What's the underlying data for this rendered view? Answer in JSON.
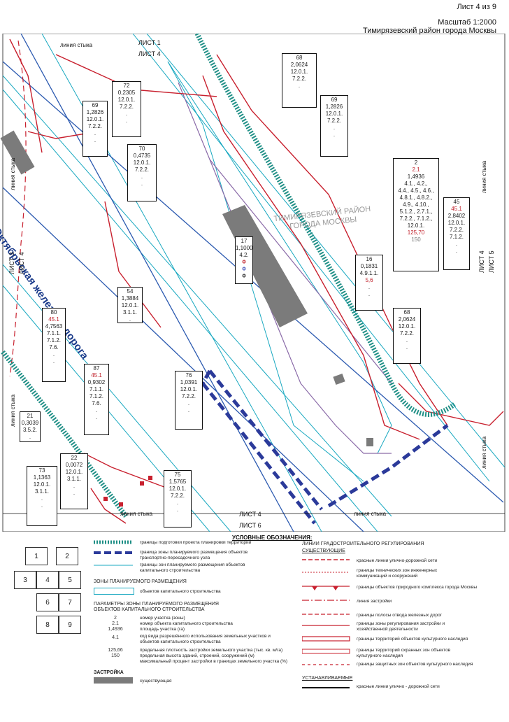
{
  "header": {
    "page_label": "Лист 4 из 9",
    "scale": "Масштаб 1:2000",
    "district": "Тимирязевский район города Москвы"
  },
  "map": {
    "railway_label": "Октябрьская железная дорога",
    "district_label_1": "ТИМИРЯЗЕВСКИЙ РАЙОН",
    "district_label_2": "ГОРОДА МОСКВЫ",
    "sheet_labels": {
      "top_1": "ЛИСТ 1",
      "top_4": "ЛИСТ 4",
      "left_3": "ЛИСТ 3",
      "left_4": "ЛИСТ 4",
      "right_4": "ЛИСТ 4",
      "right_5": "ЛИСТ 5",
      "bottom_4": "ЛИСТ 4",
      "bottom_6": "ЛИСТ 6"
    },
    "seam_label": "линия стыка",
    "parcels": [
      {
        "id": "p68a",
        "lines": [
          "68",
          "2,0624",
          "12.0.1.",
          "7.2.2.",
          "."
        ]
      },
      {
        "id": "p69a",
        "lines": [
          "69",
          "1,2826",
          "12.0.1.",
          "7.2.2.",
          ".",
          "."
        ]
      },
      {
        "id": "p72",
        "lines": [
          "72",
          "0,2305",
          "12.0.1.",
          "7.2.2.",
          ".",
          "."
        ]
      },
      {
        "id": "p69b",
        "lines": [
          "69",
          "1,2826",
          "12.0.1.",
          "7.2.2.",
          ".",
          "."
        ]
      },
      {
        "id": "p70",
        "lines": [
          "70",
          "0,4735",
          "12.0.1.",
          "7.2.2.",
          ".",
          "."
        ]
      },
      {
        "id": "p2",
        "lines": [
          "2",
          "2.1",
          "1,4936",
          "4.1., 4.2.,",
          "4.4., 4.5., 4.6.,",
          "4.8.1., 4.8.2.,",
          "4.9., 4.10.,",
          "5.1.2., 2.7.1.,",
          "7.2.2., 7.1.2.,",
          "12.0.1.",
          "125,70",
          "150"
        ]
      },
      {
        "id": "p45",
        "lines": [
          "45",
          "45.1",
          "2,8402",
          "12.0.1.",
          "7.2.2.",
          "7.1.2.",
          ".",
          "."
        ]
      },
      {
        "id": "p17",
        "lines": [
          "17",
          "1,1000",
          "4.2.",
          "Ф",
          "Ф",
          "Ф"
        ]
      },
      {
        "id": "p16",
        "lines": [
          "16",
          "0,1831",
          "4.9.1.1.",
          "5,6",
          ".",
          "."
        ]
      },
      {
        "id": "p54",
        "lines": [
          "54",
          "1,3884",
          "12.0.1.",
          "3.1.1.",
          "."
        ]
      },
      {
        "id": "p80",
        "lines": [
          "80",
          "45.1",
          "4,7563",
          "7.1.1.",
          "7.1.2.",
          "7.6.",
          ".",
          "."
        ]
      },
      {
        "id": "p68b",
        "lines": [
          "68",
          "2,0624",
          "12.0.1.",
          "7.2.2.",
          ".",
          "."
        ]
      },
      {
        "id": "p87",
        "lines": [
          "87",
          "45.1",
          "0,9302",
          "7.1.1.",
          "7.1.2.",
          "7.6.",
          ".",
          "."
        ]
      },
      {
        "id": "p76",
        "lines": [
          "76",
          "1,0391",
          "12.0.1.",
          "7.2.2.",
          ".",
          "."
        ]
      },
      {
        "id": "p21",
        "lines": [
          "21",
          "0,3039",
          "3.5.2.",
          "."
        ]
      },
      {
        "id": "p22",
        "lines": [
          "22",
          "0,0072",
          "12.0.1.",
          "3.1.1.",
          ".",
          "."
        ]
      },
      {
        "id": "p73",
        "lines": [
          "73",
          "1,1363",
          "12.0.1.",
          "3.1.1.",
          ".",
          "."
        ]
      },
      {
        "id": "p75",
        "lines": [
          "75",
          "1,5765",
          "12.0.1.",
          "7.2.2.",
          ".",
          "."
        ]
      }
    ]
  },
  "legend": {
    "title": "УСЛОВНЫЕ ОБОЗНАЧЕНИЯ:",
    "sheet_grid": [
      "1",
      "2",
      "3",
      "4",
      "5",
      "6",
      "7",
      "8",
      "9"
    ],
    "items_left": [
      "границы подготовки проекта планировки территории",
      "граница зоны планируемого размещения объектов транспортно-пересадочного узла",
      "границы зон планируемого размещения объектов капитального строительства"
    ],
    "zones_title": "ЗОНЫ ПЛАНИРУЕМОГО РАЗМЕЩЕНИЯ",
    "zones_item": "объектов капитального строительства",
    "params_title_1": "ПАРАМЕТРЫ ЗОНЫ ПЛАНИРУЕМОГО РАЗМЕЩЕНИЯ",
    "params_title_2": "ОБЪЕКТОВ КАПИТАЛЬНОГО СТРОИТЕЛЬСТВА",
    "params": [
      {
        "code": "2",
        "text": "номер участка (зоны)"
      },
      {
        "code": "2.1",
        "text": "номер объекта капитального строительства"
      },
      {
        "code": "1,4936",
        "text": "площадь участка (га)"
      },
      {
        "code": "4.1",
        "text": "код вида разрешённого использования земельных участков и объектов капитального строительства"
      },
      {
        "code": "125,66",
        "text": "предельная плотность застройки земельного участка (тыс. кв. м/га)"
      },
      {
        "code": "150",
        "text": "предельная высота зданий, строений, сооружений (м)"
      },
      {
        "code": "",
        "text": "максимальный процент застройки в границах земельного участка (%)"
      }
    ],
    "built_title": "ЗАСТРОЙКА",
    "built_item": "существующая",
    "right_title": "ЛИНИИ ГРАДОСТРОИТЕЛЬНОГО РЕГУЛИРОВАНИЯ",
    "existing_title": "СУЩЕСТВУЮЩИЕ",
    "items_right": [
      "красные линии улично-дорожной сети",
      "границы технических зон инженерных коммуникаций и сооружений",
      "границы объектов природного комплекса города Москвы",
      "линия застройки",
      "границы полосы отвода железных дорог",
      "границы зоны регулирования застройки и хозяйственной деятельности",
      "границы территорий объектов культурного наследия",
      "границы территорий охранных зон объектов культурного наследия",
      "границы защитных зон объектов культурного наследия"
    ],
    "established_title": "УСТАНАВЛИВАЕМЫЕ",
    "established_item": "красные линии улично - дорожной сети"
  },
  "colors": {
    "project_boundary": "#1f8f86",
    "tpu_boundary": "#2b3a9a",
    "zone_line": "#18a8c0",
    "red_line": "#c8202e",
    "building": "#7b7b7b",
    "purple_line": "#8a6aa8"
  }
}
